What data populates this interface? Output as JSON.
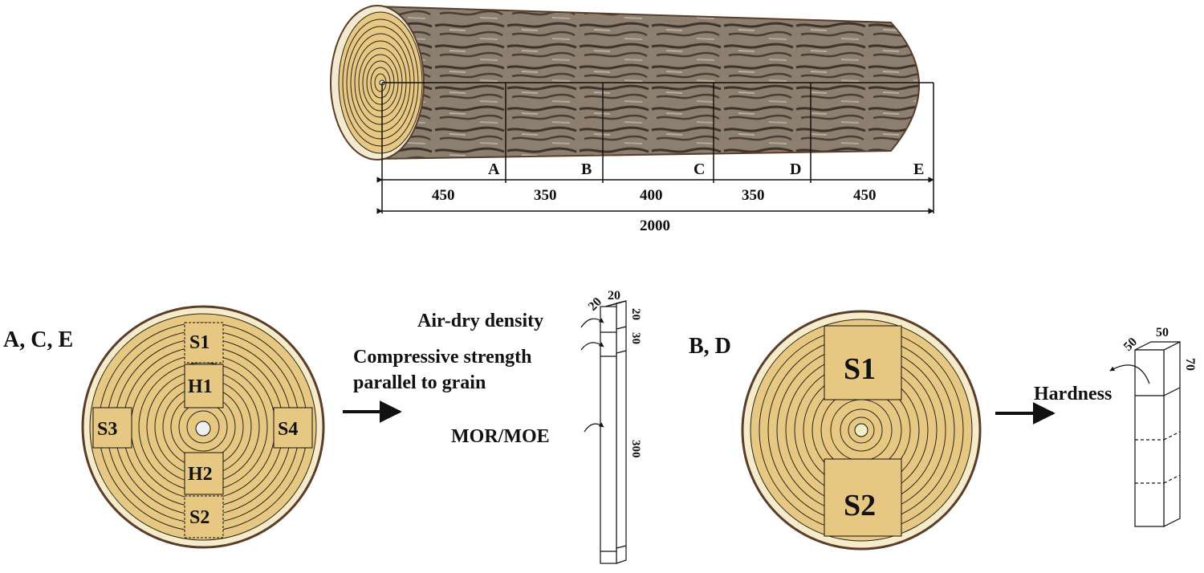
{
  "log": {
    "sections": [
      "A",
      "B",
      "C",
      "D",
      "E"
    ],
    "segment_lengths": [
      "450",
      "350",
      "400",
      "350",
      "450"
    ],
    "total_length": "2000"
  },
  "groups": {
    "ace": {
      "label": "A, C, E",
      "samples": [
        "S1",
        "H1",
        "S3",
        "S4",
        "H2",
        "S2"
      ]
    },
    "bd": {
      "label": "B, D",
      "samples": [
        "S1",
        "S2"
      ]
    }
  },
  "specimen_tests": {
    "air_dry": "Air-dry density",
    "compressive_line1": "Compressive strength",
    "compressive_line2": "parallel to grain",
    "mor_moe": "MOR/MOE",
    "hardness": "Hardness"
  },
  "specimen_dims": {
    "long_w": "20",
    "long_d": "20",
    "long_seg1": "20",
    "long_seg2": "30",
    "long_len": "300",
    "hard_w": "50",
    "hard_d": "50",
    "hard_h": "70"
  },
  "colors": {
    "wood": "#e6c882",
    "wood_light": "#f6eccb",
    "bark": "#7a6a58",
    "bark_edge": "#5a3e2a",
    "ring": "#2a2418"
  }
}
